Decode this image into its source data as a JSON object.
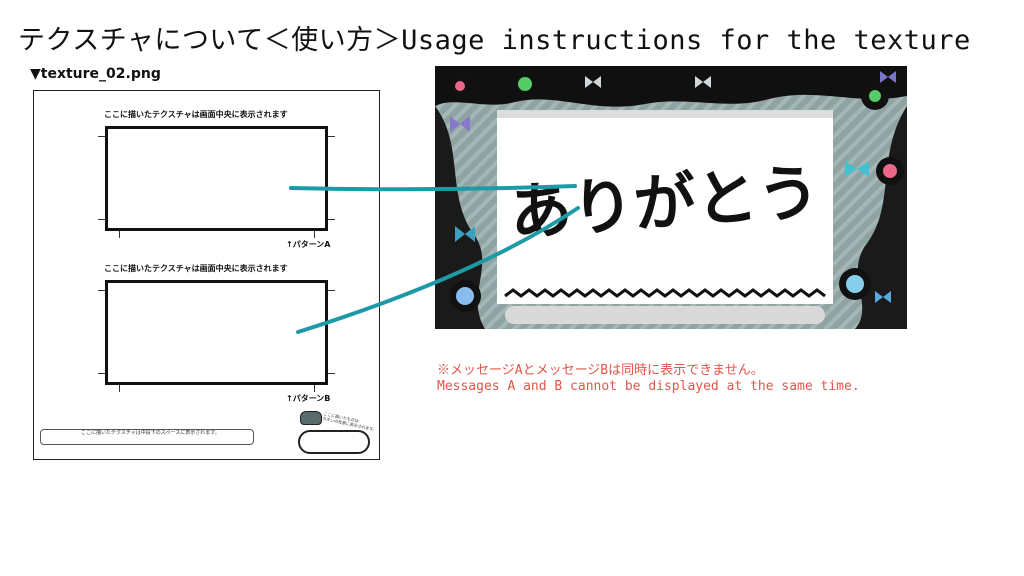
{
  "title": "テクスチャについて＜使い方＞Usage instructions for the texture",
  "file_label": "▼texture_02.png",
  "sheet": {
    "caption_a": "ここに描いたテクスチャは画面中央に表示されます",
    "pattern_a": "↑パターンA",
    "caption_b": "ここに描いたテクスチャは画面中央に表示されます",
    "pattern_b": "↑パターンB",
    "bottom_bar_text": "ここに描いたテクスチャは中段下のスペースに表示されます。",
    "mini_note_1": "ここに描いたものは",
    "mini_note_2": "ボタンの背景に表示されます。"
  },
  "preview": {
    "message": "ありがとう"
  },
  "notes": {
    "jp": "※メッセージAとメッセージBは同時に表示できません。",
    "en": "Messages A and B cannot be displayed at the same time."
  },
  "colors": {
    "connector": "#1e9aa6",
    "note": "#e2554a",
    "preview_bg": "#8fa3a3"
  }
}
